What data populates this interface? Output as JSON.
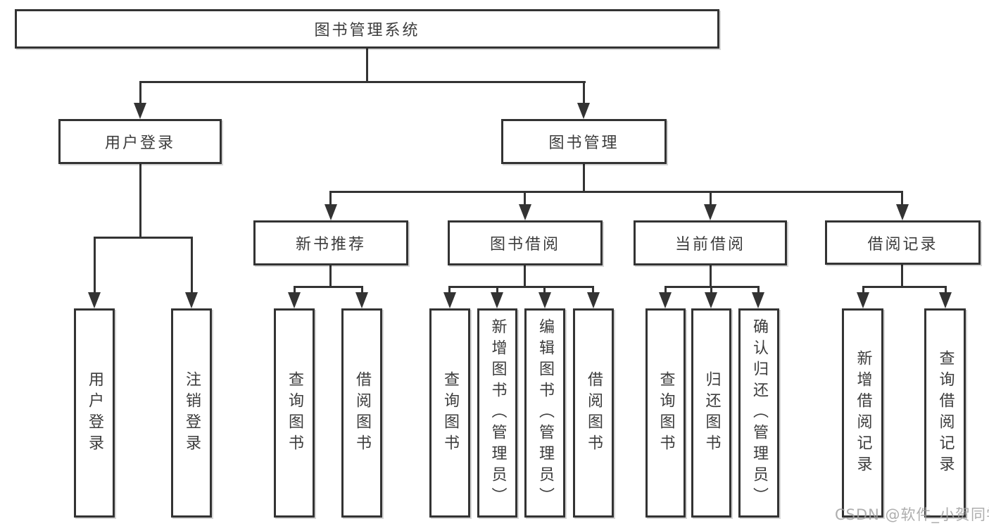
{
  "diagram": {
    "title": "图书管理系统",
    "level1": [
      {
        "label": "用户登录"
      },
      {
        "label": "图书管理"
      }
    ],
    "level2": [
      {
        "label": "新书推荐"
      },
      {
        "label": "图书借阅"
      },
      {
        "label": "当前借阅"
      },
      {
        "label": "借阅记录"
      }
    ],
    "level3": {
      "user_login": [
        "用户登录",
        "注销登录"
      ],
      "new_book_recommend": [
        "查询图书",
        "借阅图书"
      ],
      "book_borrow": [
        "查询图书",
        "新增图书（管理员）",
        "编辑图书（管理员）",
        "借阅图书"
      ],
      "current_borrow": [
        "查询图书",
        "归还图书",
        "确认归还（管理员）"
      ],
      "borrow_record": [
        "新增借阅记录",
        "查询借阅记录"
      ]
    }
  },
  "watermark": {
    "text": "CSDN @软件_小贺同学"
  },
  "colors": {
    "line": "#333333",
    "box_border": "#333333",
    "box_fill": "#ffffff",
    "text": "#3c3c3c",
    "watermark": "#a0a0a0",
    "background": "#ffffff"
  }
}
